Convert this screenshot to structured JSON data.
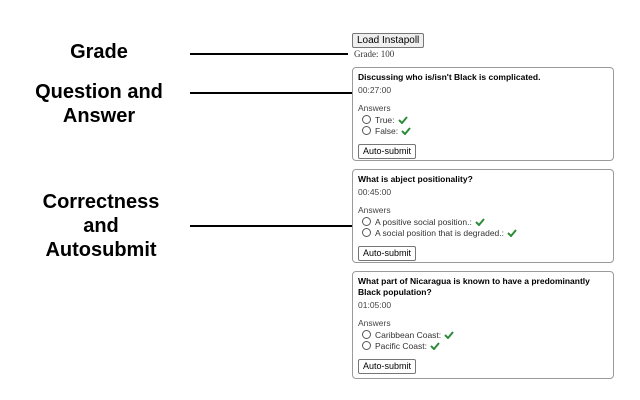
{
  "callouts": {
    "grade": "Grade",
    "qa_line1": "Question and",
    "qa_line2": "Answer",
    "corr_line1": "Correctness",
    "corr_line2": "and",
    "corr_line3": "Autosubmit"
  },
  "toolbar": {
    "load_label": "Load Instapoll",
    "grade_text": "Grade: 100"
  },
  "polls": [
    {
      "question": "Discussing who is/isn't Black is complicated.",
      "timer": "00:27:00",
      "answers_label": "Answers",
      "options": [
        "True:",
        "False:"
      ],
      "button": "Auto-submit"
    },
    {
      "question": "What is abject positionality?",
      "timer": "00:45:00",
      "answers_label": "Answers",
      "options": [
        "A positive social position.:",
        "A social position that is degraded.:"
      ],
      "button": "Auto-submit"
    },
    {
      "question": "What part of Nicaragua is known to have a predominantly Black population?",
      "timer": "01:05:00",
      "answers_label": "Answers",
      "options": [
        "Caribbean Coast:",
        "Pacific Coast:"
      ],
      "button": "Auto-submit"
    }
  ],
  "icons": {
    "correct": "check-icon",
    "correct_color": "#2e8b3a"
  }
}
